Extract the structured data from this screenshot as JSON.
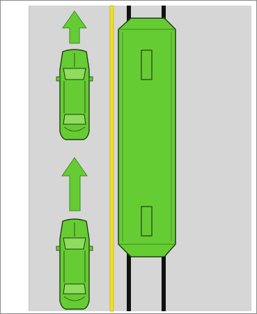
{
  "scene": {
    "description_visible_text": "",
    "colors": {
      "road": "#d6d6d6",
      "sidewalk": "#ffffff",
      "vehicle_fill": "#66cc33",
      "vehicle_dark": "#3a8a1c",
      "outline": "#1f3d10",
      "center_line": "#f2e21a",
      "rail": "#111111",
      "window": "#8fdc5f"
    },
    "elements": {
      "cars": [
        "car-upper",
        "car-lower"
      ],
      "arrows": [
        "direction-arrow-upper",
        "direction-arrow-lower"
      ],
      "tram": "tram"
    }
  }
}
